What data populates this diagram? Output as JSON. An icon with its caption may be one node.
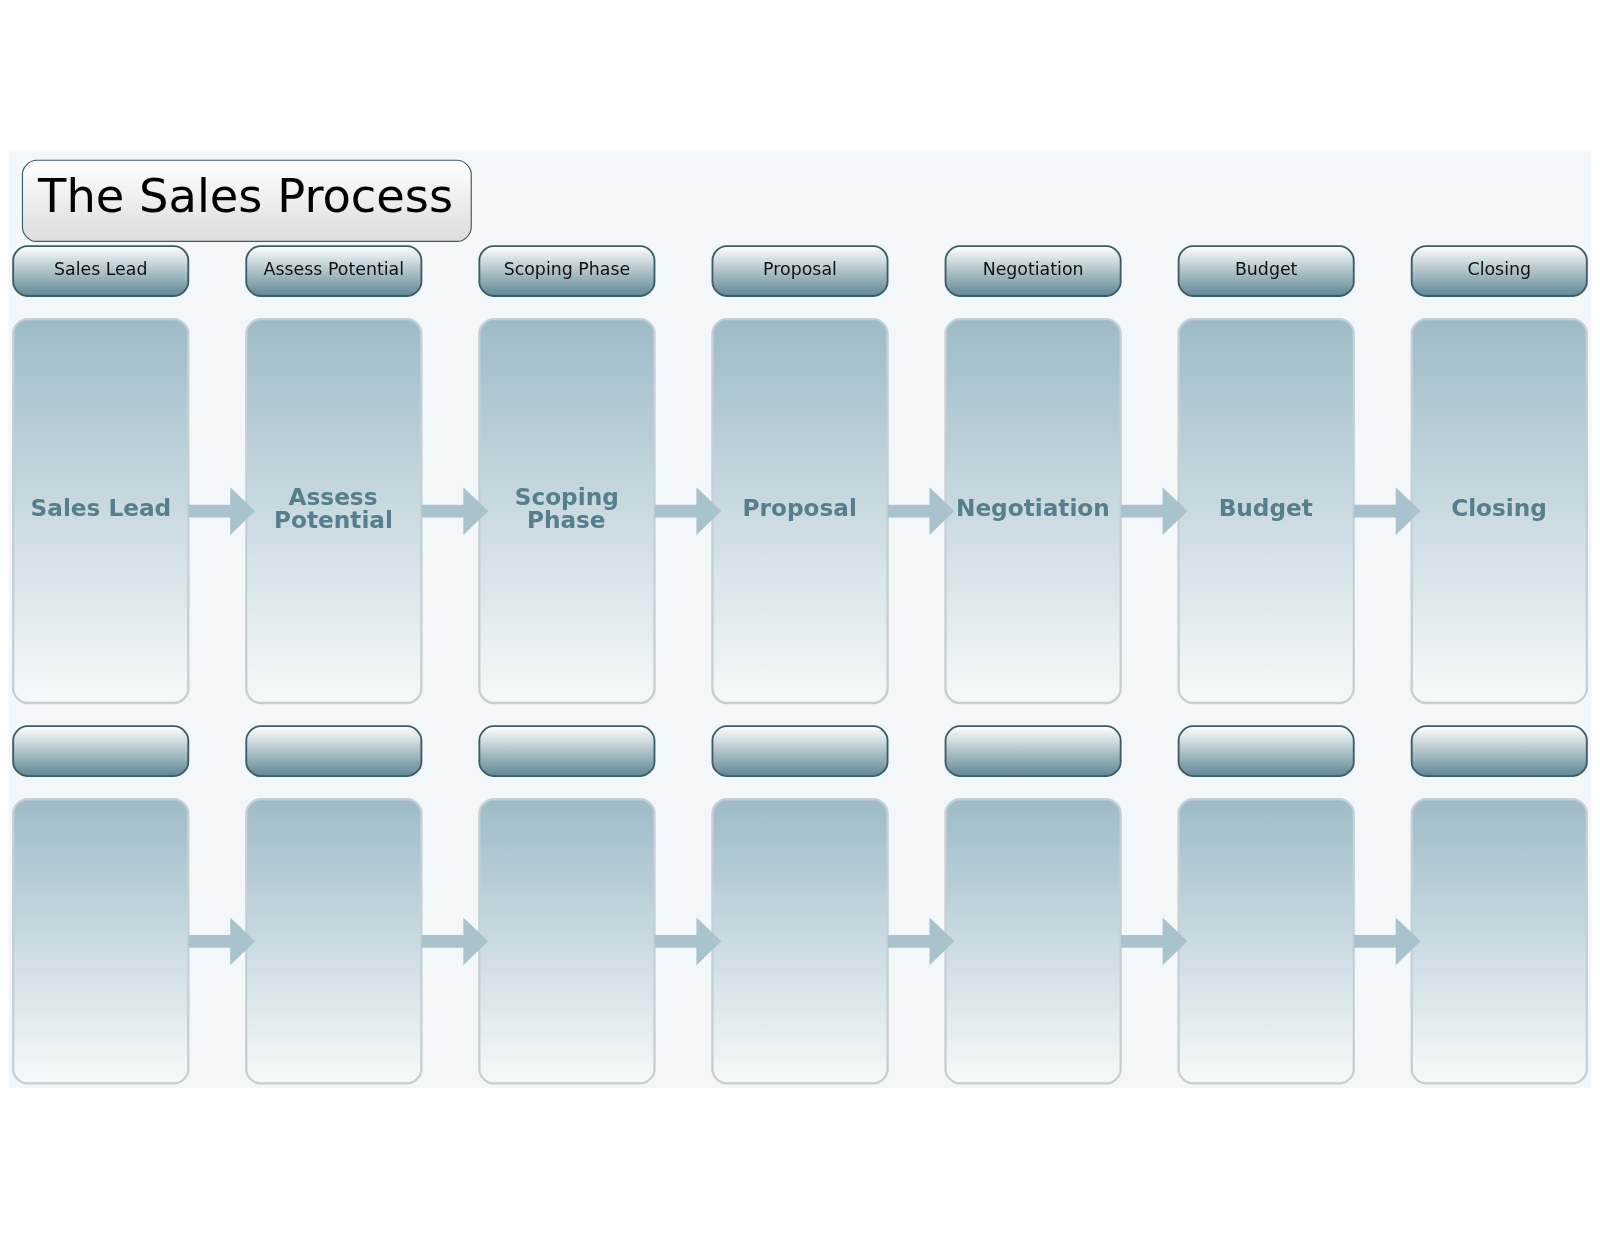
{
  "diagram": {
    "title": "The Sales Process",
    "nodes": [
      {
        "text": [
          "Sales Lead"
        ]
      },
      {
        "text": [
          "Assess Potential"
        ]
      },
      {
        "text": [
          "Scoping Phase"
        ]
      },
      {
        "text": [
          "Proposal"
        ]
      },
      {
        "text": [
          "Negotiation"
        ]
      },
      {
        "text": [
          "Budget"
        ]
      },
      {
        "text": [
          "Closing"
        ]
      },
      {
        "text": [
          "Sales Lead"
        ]
      },
      {
        "text": [
          "Assess Potential"
        ]
      },
      {
        "text": [
          "Scoping Phase"
        ]
      },
      {
        "text": [
          "Proposal"
        ]
      },
      {
        "text": [
          "Negotiation"
        ]
      },
      {
        "text": [
          "Budget"
        ]
      },
      {
        "text": [
          "Closing"
        ]
      },
      {
        "text": [],
        "shape": "bar"
      },
      {
        "text": [],
        "shape": "bar"
      },
      {
        "text": [],
        "shape": "bar"
      },
      {
        "text": [],
        "shape": "bar"
      },
      {
        "text": [],
        "shape": "bar"
      },
      {
        "text": [],
        "shape": "bar"
      },
      {
        "text": [],
        "shape": "bar"
      },
      {
        "text": [],
        "shape": "box"
      },
      {
        "text": [],
        "shape": "box"
      },
      {
        "text": [],
        "shape": "box"
      },
      {
        "text": [],
        "shape": "box"
      },
      {
        "text": [],
        "shape": "box"
      },
      {
        "text": [],
        "shape": "box"
      },
      {
        "text": [],
        "shape": "box"
      }
    ],
    "edges": [
      {
        "from": 7,
        "to": 8,
        "arrow": "to"
      },
      {
        "from": 8,
        "to": 9,
        "arrow": "to"
      },
      {
        "from": 9,
        "to": 10,
        "arrow": "to"
      },
      {
        "from": 10,
        "to": 11,
        "arrow": "to"
      },
      {
        "from": 11,
        "to": 12,
        "arrow": "to"
      },
      {
        "from": 12,
        "to": 13,
        "arrow": "to"
      },
      {
        "from": 21,
        "to": 22,
        "arrow": "to"
      },
      {
        "from": 22,
        "to": 23,
        "arrow": "to"
      },
      {
        "from": 23,
        "to": 24,
        "arrow": "to"
      },
      {
        "from": 24,
        "to": 25,
        "arrow": "to"
      },
      {
        "from": 25,
        "to": 26,
        "arrow": "to"
      },
      {
        "from": 26,
        "to": 27,
        "arrow": "to"
      }
    ]
  }
}
